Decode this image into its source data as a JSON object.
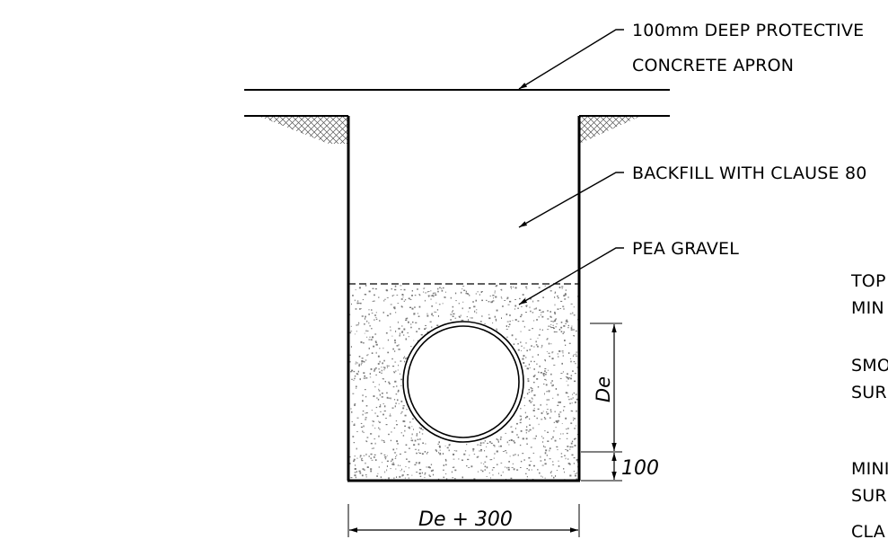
{
  "labels": {
    "apron_line1": "100mm DEEP PROTECTIVE",
    "apron_line2": "CONCRETE APRON",
    "backfill": "BACKFILL WITH CLAUSE 80",
    "pea_gravel": "PEA GRAVEL",
    "right_notes": [
      "TOP",
      "MIN",
      "SMO",
      "SUR",
      "MINI",
      "SUR",
      "CLA"
    ]
  },
  "dimensions": {
    "width": "De + 300",
    "pipe_diameter": "De",
    "bedding": "100"
  },
  "colors": {
    "line": "#000000",
    "hatch": "#555555",
    "gravel": "#7a7a7a"
  }
}
